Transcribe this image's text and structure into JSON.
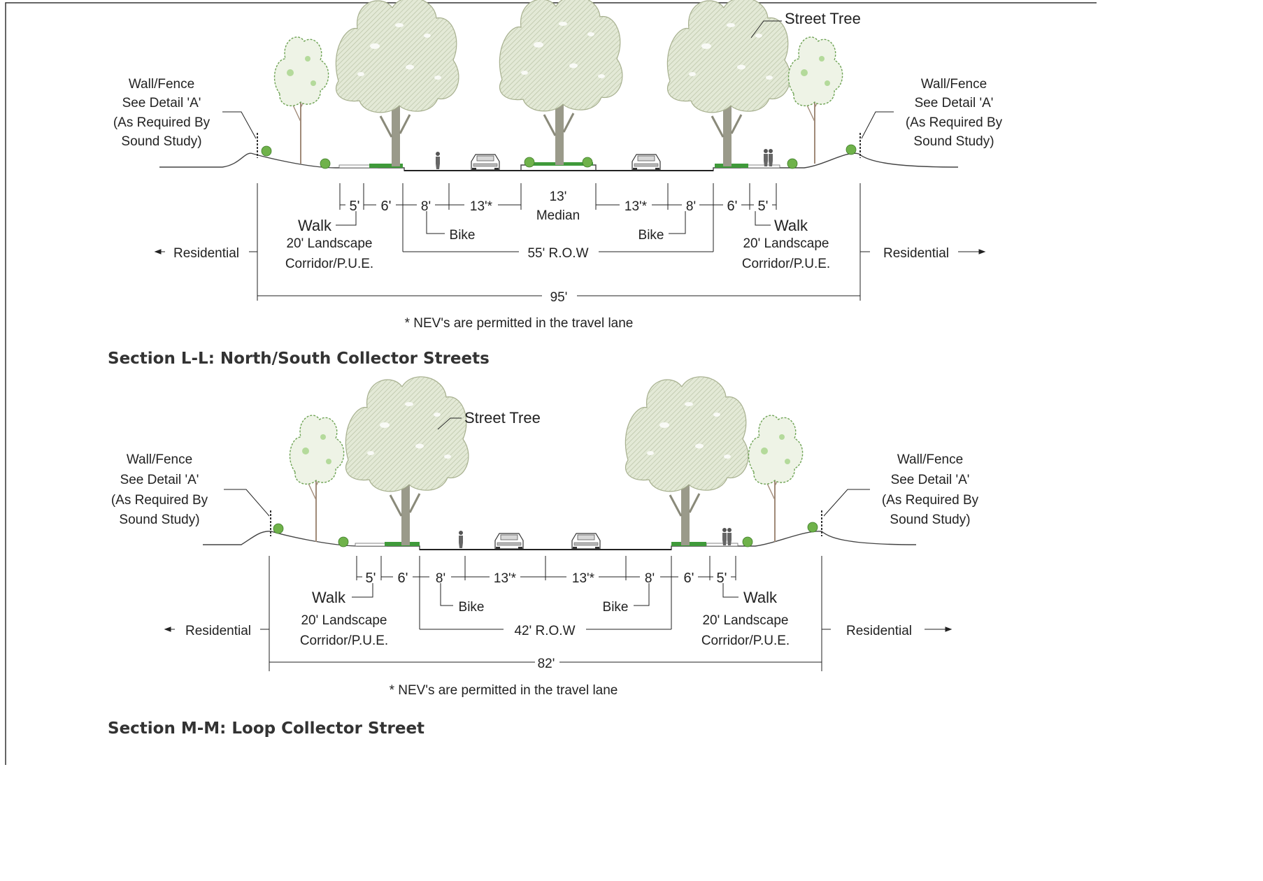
{
  "section_l": {
    "title": "Section L-L:  North/South Collector Streets",
    "street_tree_label": "Street Tree",
    "wall_left": [
      "Wall/Fence",
      "See Detail 'A'",
      "(As Required By",
      "Sound Study)"
    ],
    "wall_right": [
      "Wall/Fence",
      "See Detail 'A'",
      "(As Required By",
      "Sound Study)"
    ],
    "dims": {
      "walk_l": "5'",
      "land_l": "6'",
      "bike_l": "8'",
      "lane_l": "13'*",
      "median": "13'",
      "median_label": "Median",
      "lane_r": "13'*",
      "bike_r": "8'",
      "land_r": "6'",
      "walk_r": "5'"
    },
    "walk_left": "Walk",
    "walk_right": "Walk",
    "bike_left": "Bike",
    "bike_right": "Bike",
    "corridor_left": [
      "20' Landscape",
      "Corridor/P.U.E."
    ],
    "corridor_right": [
      "20' Landscape",
      "Corridor/P.U.E."
    ],
    "row": "55' R.O.W",
    "residential_left": "Residential",
    "residential_right": "Residential",
    "total": "95'",
    "note": "* NEV's are permitted in the travel lane"
  },
  "section_m": {
    "title": "Section M-M:  Loop Collector Street",
    "street_tree_label": "Street Tree",
    "wall_left": [
      "Wall/Fence",
      "See Detail 'A'",
      "(As Required By",
      "Sound Study)"
    ],
    "wall_right": [
      "Wall/Fence",
      "See Detail 'A'",
      "(As Required By",
      "Sound Study)"
    ],
    "dims": {
      "walk_l": "5'",
      "land_l": "6'",
      "bike_l": "8'",
      "lane_l": "13'*",
      "lane_r": "13'*",
      "bike_r": "8'",
      "land_r": "6'",
      "walk_r": "5'"
    },
    "walk_left": "Walk",
    "walk_right": "Walk",
    "bike_left": "Bike",
    "bike_right": "Bike",
    "corridor_left": [
      "20' Landscape",
      "Corridor/P.U.E."
    ],
    "corridor_right": [
      "20' Landscape",
      "Corridor/P.U.E."
    ],
    "row": "42' R.O.W",
    "residential_left": "Residential",
    "residential_right": "Residential",
    "total": "82'",
    "note": "* NEV's are permitted in the travel lane"
  },
  "colors": {
    "tree_canopy": "#dfe6cf",
    "tree_outline": "#9aa882",
    "trunk": "#8a8a7a",
    "shrub": "#6fb24a",
    "grass": "#3f9a3a"
  }
}
